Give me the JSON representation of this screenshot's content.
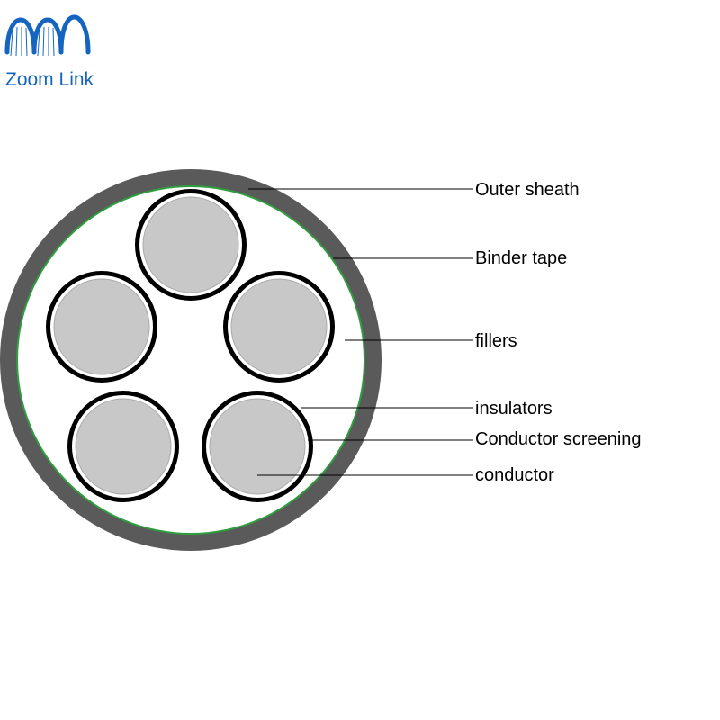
{
  "brand": {
    "name": "Zoom Link",
    "logo": "zoom-link-logo",
    "color": "#1565c0"
  },
  "diagram": {
    "colors": {
      "outer_sheath": "#5a5a5a",
      "binder_tape": "#2e9e3e",
      "filler": "#ffffff",
      "insulator": "#000000",
      "screening": "#ffffff",
      "conductor": "#c8c8c8",
      "leader": "#000000"
    },
    "labels": {
      "outer_sheath": "Outer sheath",
      "binder_tape": "Binder tape",
      "fillers": "fillers",
      "insulators": "insulators",
      "conductor_screening": "Conductor screening",
      "conductor": "conductor"
    }
  }
}
